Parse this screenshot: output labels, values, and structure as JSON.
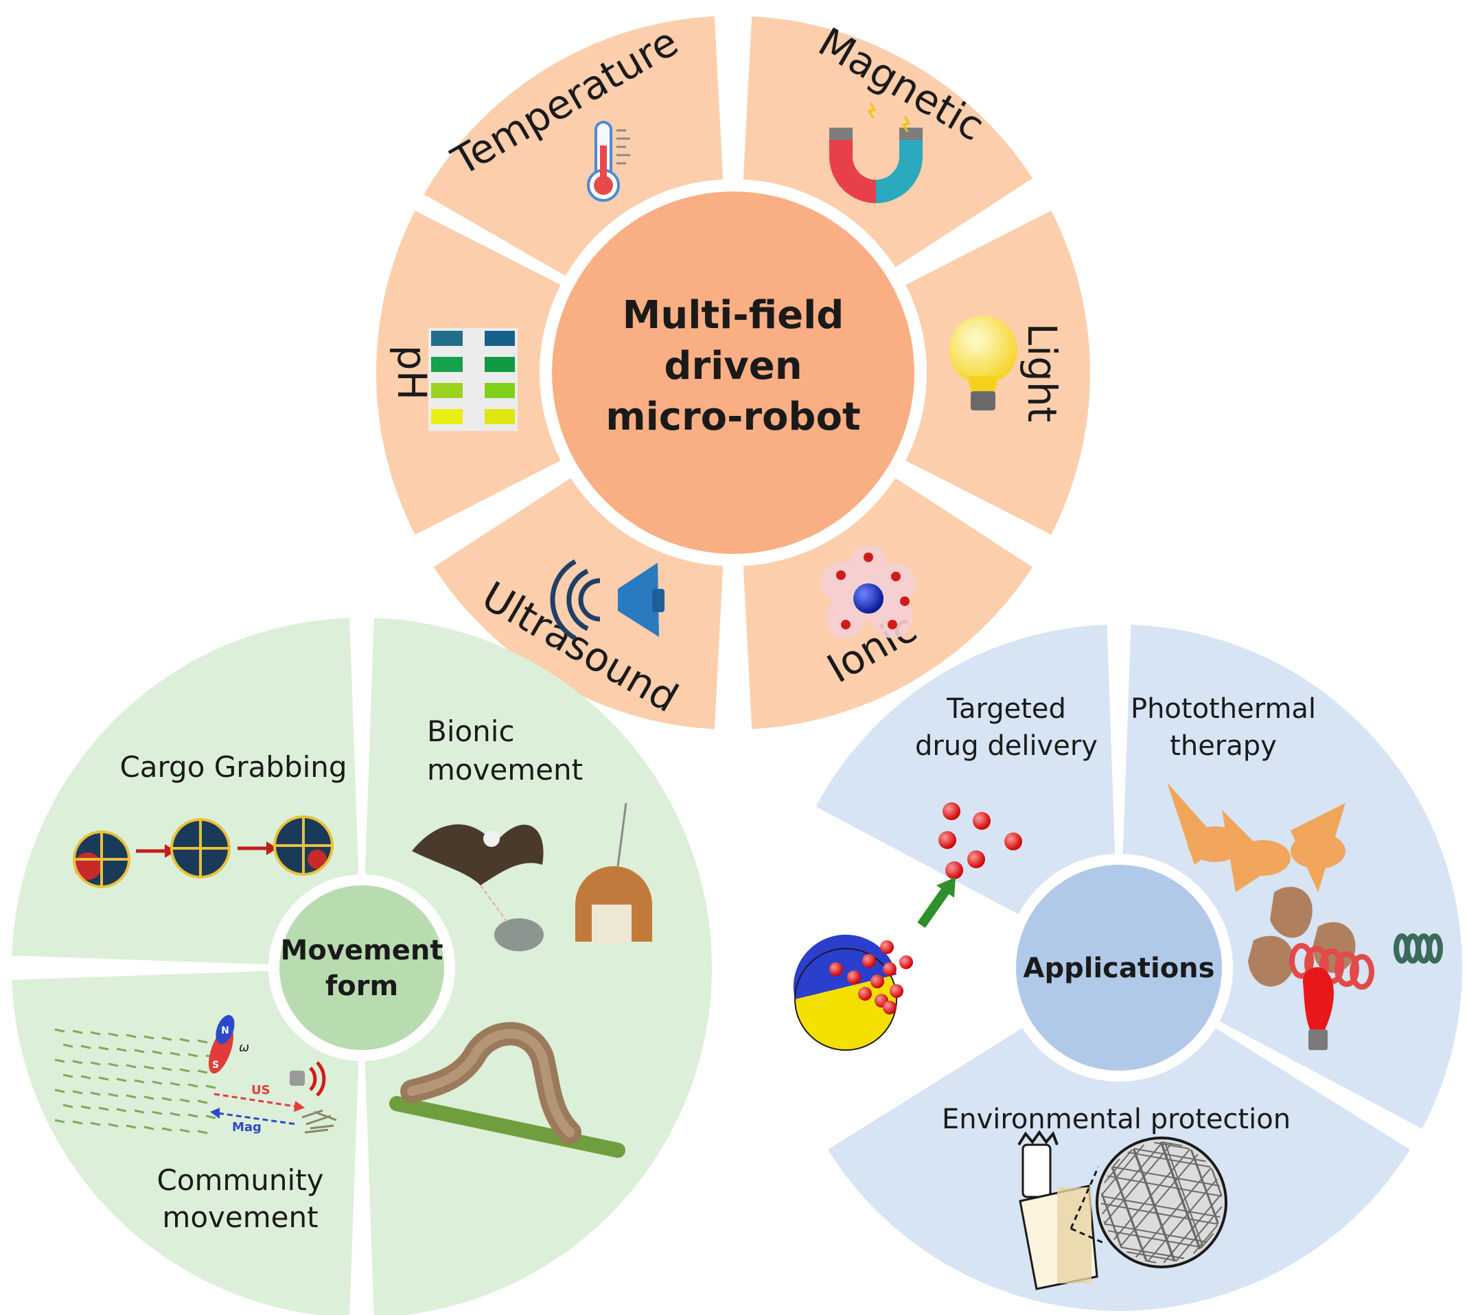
{
  "top_hub": {
    "title_lines": [
      "Multi-field",
      "driven",
      "micro-robot"
    ],
    "fields": [
      "Temperature",
      "Magnetic",
      "Light",
      "Ionic",
      "Ultrasound",
      "pH"
    ],
    "colors": {
      "segment": "#fcceab",
      "center": "#f9af83",
      "title": "#1a1a1a"
    },
    "icons": [
      "thermometer-icon",
      "magnet-icon",
      "light-bulb-icon",
      "ion-cluster-icon",
      "speaker-icon",
      "ph-strip-icon"
    ]
  },
  "movement": {
    "title_lines": [
      "Movement",
      "form"
    ],
    "sections": {
      "cargo": "Cargo Grabbing",
      "bionic": [
        "Bionic",
        "movement"
      ],
      "community": [
        "Community",
        "movement"
      ]
    },
    "insets": {
      "us": "US",
      "mag": "Mag",
      "n": "N",
      "s": "S",
      "omega": "ω"
    },
    "colors": {
      "segment": "#dcefd8",
      "center": "#b8dcb0"
    }
  },
  "applications": {
    "title": "Applications",
    "sections": {
      "drug": [
        "Targeted",
        "drug delivery"
      ],
      "photothermal": [
        "Photothermal",
        "therapy"
      ],
      "environment": "Environmental protection"
    },
    "colors": {
      "segment": "#d6e4f4",
      "center": "#b1c9e9"
    }
  }
}
